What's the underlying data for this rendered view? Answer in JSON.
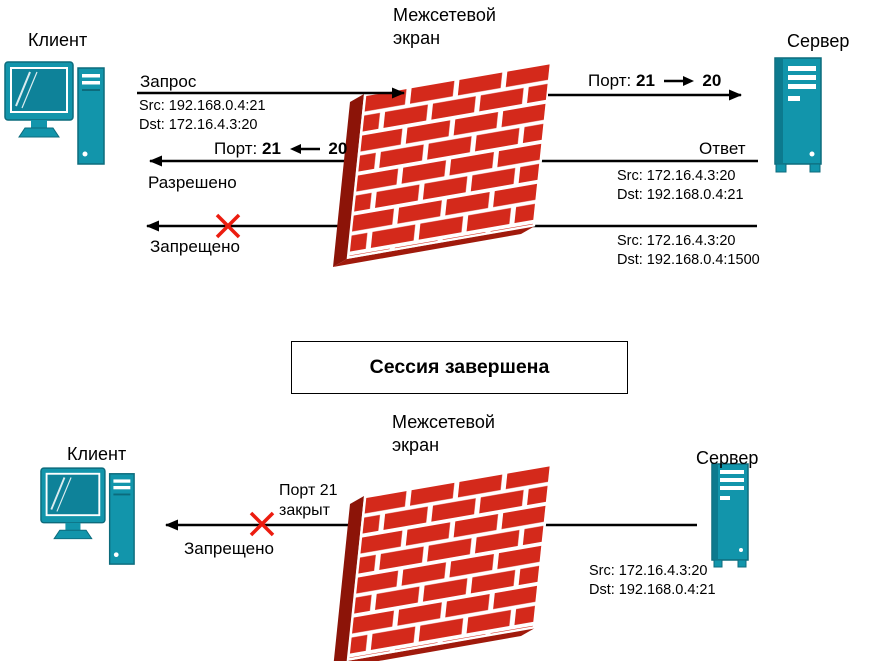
{
  "top": {
    "client_label": "Клиент",
    "firewall_label": {
      "line1": "Межсетевой",
      "line2": "экран"
    },
    "server_label": "Сервер",
    "request": {
      "label": "Запрос",
      "src": "Src: 192.168.0.4:21",
      "dst": "Dst: 172.16.4.3:20"
    },
    "port_forward": {
      "prefix": "Порт:",
      "from": "21",
      "to": "20"
    },
    "port_back": {
      "prefix": "Порт:",
      "from": "21",
      "to": "20"
    },
    "allowed_label": "Разрешено",
    "response": {
      "label": "Ответ",
      "src": "Src: 172.16.4.3:20",
      "dst": "Dst: 192.168.0.4:21"
    },
    "denied": {
      "label": "Запрещено",
      "src": "Src: 172.16.4.3:20",
      "dst": "Dst: 192.168.0.4:1500"
    }
  },
  "session_banner": {
    "label": "Сессия завершена"
  },
  "bottom": {
    "client_label": "Клиент",
    "firewall_label": {
      "line1": "Межсетевой",
      "line2": "экран"
    },
    "server_label": "Сервер",
    "port_closed": {
      "line1": "Порт 21",
      "line2": "закрыт"
    },
    "denied_label": "Запрещено",
    "blocked": {
      "src": "Src: 172.16.4.3:20",
      "dst": "Dst: 192.168.0.4:21"
    }
  },
  "colors": {
    "device_teal": "#1295AB",
    "device_teal_dark": "#0C6B7C",
    "brick_red": "#D4291B",
    "brick_side_dark": "#8C1408",
    "x_red": "#EC1C0F",
    "arrow_black": "#000000"
  }
}
